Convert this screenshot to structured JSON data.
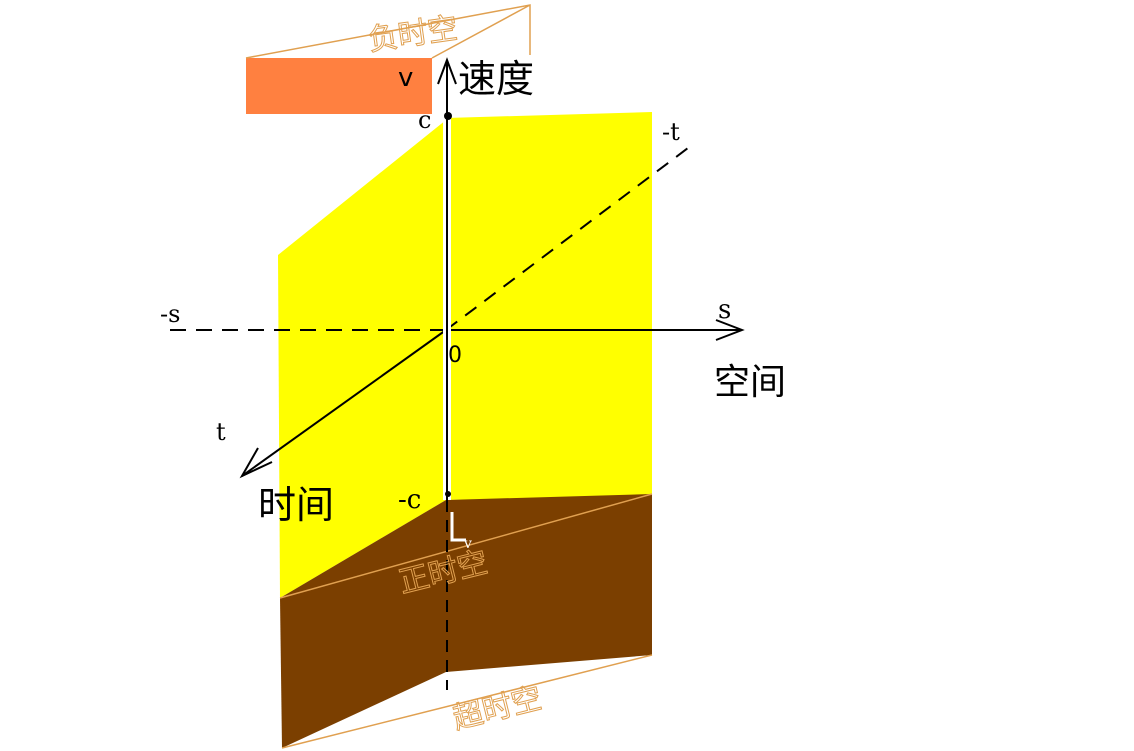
{
  "colors": {
    "yellow_region": "#ffff00",
    "brown_region": "#7b3f00",
    "orange_region": "#ff8040",
    "annotation_orange": "#e0a050",
    "axis": "#000000"
  },
  "labels": {
    "velocity_symbol": "v",
    "velocity_axis": "速度",
    "c_positive": "c",
    "c_negative": "-c",
    "plus_t": "-t",
    "minus_t": "t",
    "plus_s": "s",
    "minus_s": "-s",
    "origin": "0",
    "space_axis": "空间",
    "time_axis": "时间",
    "negative_spacetime": "负时空",
    "positive_spacetime": "正时空",
    "super_spacetime": "超时空",
    "small_v": "v"
  }
}
